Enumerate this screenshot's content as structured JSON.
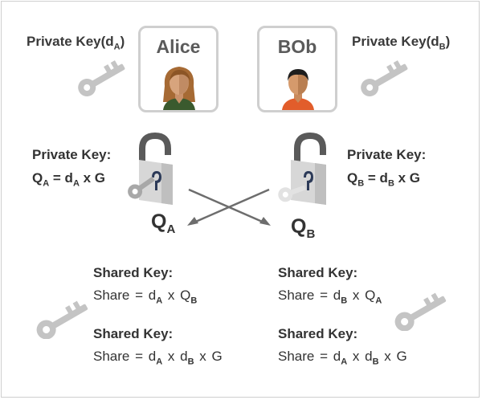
{
  "alice": {
    "name": "Alice",
    "private_key_label": "Private Key(d",
    "private_key_sub": "A",
    "private_key_close": ")",
    "public_label": "Private Key:",
    "public_q": "Q",
    "public_q_sub": "A",
    "public_eq": " = d",
    "public_d_sub": "A",
    "public_rest": " x G",
    "q_label": "Q",
    "q_sub": "A",
    "shared1_title": "Shared Key:",
    "shared1_lhs": "Share = ",
    "shared1_d": "d",
    "shared1_d_sub": "A",
    "shared1_x": "x Q",
    "shared1_q_sub": "B",
    "shared2_title": "Shared Key:",
    "shared2_lhs": "Share = ",
    "shared2_d1": "d",
    "shared2_d1_sub": "A",
    "shared2_x1": "x d",
    "shared2_d2_sub": "B",
    "shared2_x2": "x G"
  },
  "bob": {
    "name": "BOb",
    "private_key_label": "Private Key(d",
    "private_key_sub": "B",
    "private_key_close": ")",
    "public_label": "Private Key:",
    "public_q": "Q",
    "public_q_sub": "B",
    "public_eq": " = d",
    "public_d_sub": "B",
    "public_rest": " x G",
    "q_label": "Q",
    "q_sub": "B",
    "shared1_title": "Shared Key:",
    "shared1_lhs": "Share = ",
    "shared1_d": "d",
    "shared1_d_sub": "B",
    "shared1_x": "x Q",
    "shared1_q_sub": "A",
    "shared2_title": "Shared Key:",
    "shared2_lhs": "Share = ",
    "shared2_d1": "d",
    "shared2_d1_sub": "A",
    "shared2_x1": "x d",
    "shared2_d2_sub": "B",
    "shared2_x2": "x G"
  },
  "colors": {
    "key": "#c4c4c4",
    "lock_body": "#d7d7d7",
    "lock_shackle": "#5a5a5a",
    "keyhole": "#2c3a58",
    "arrow": "#6d6d6d",
    "border": "#cfcfcf"
  },
  "icons": [
    "key-icon",
    "padlock-icon",
    "alice-avatar",
    "bob-avatar",
    "arrow-icon"
  ]
}
